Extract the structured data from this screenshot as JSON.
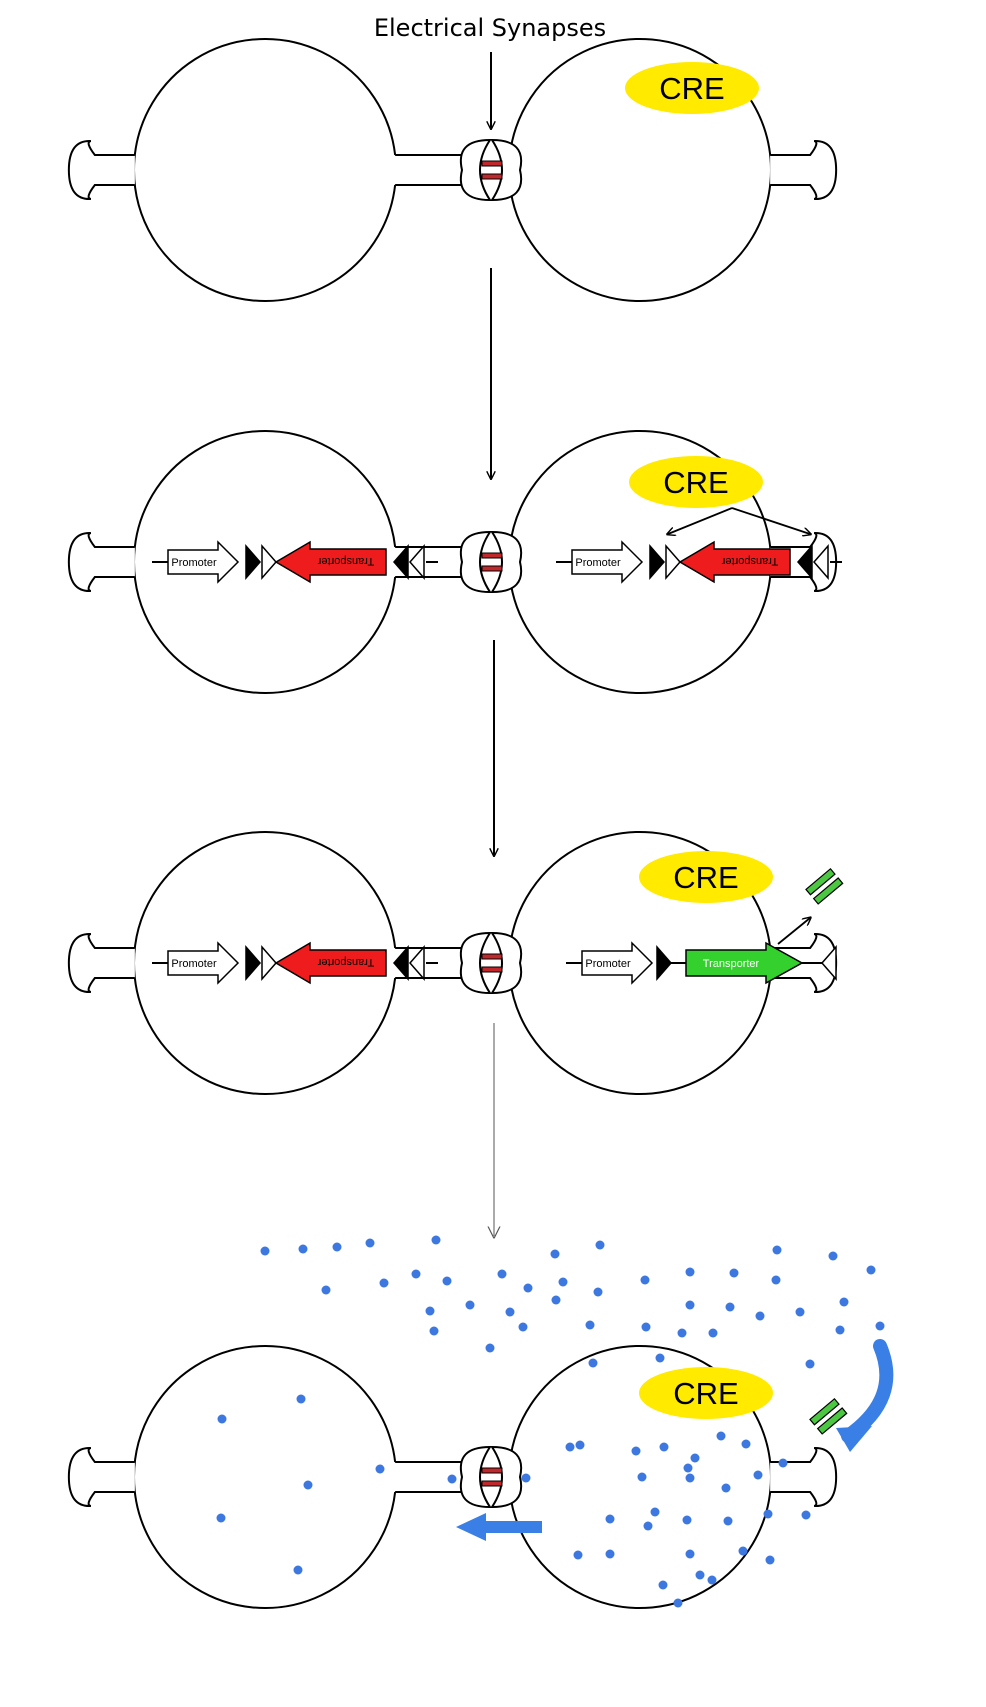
{
  "header": {
    "title": "Electrical Synapses"
  },
  "labels": {
    "cre": "CRE",
    "promoter": "Promoter",
    "transporter": "Transporter"
  },
  "colors": {
    "cre": "#ffea00",
    "transporter_off": "#ee1c1c",
    "transporter_on": "#34d12e",
    "molecule": "#3c78e0",
    "flow_arrow": "#3a7fe6",
    "channel_green": "#4cc742",
    "gap_junction_red": "#c0282c"
  },
  "icons": {
    "channel": "transporter-channel-icon",
    "gap_junction": "gap-junction-icon",
    "loxp": "loxp-triangle-icon",
    "flow": "molecule-flow-arrow-icon"
  }
}
